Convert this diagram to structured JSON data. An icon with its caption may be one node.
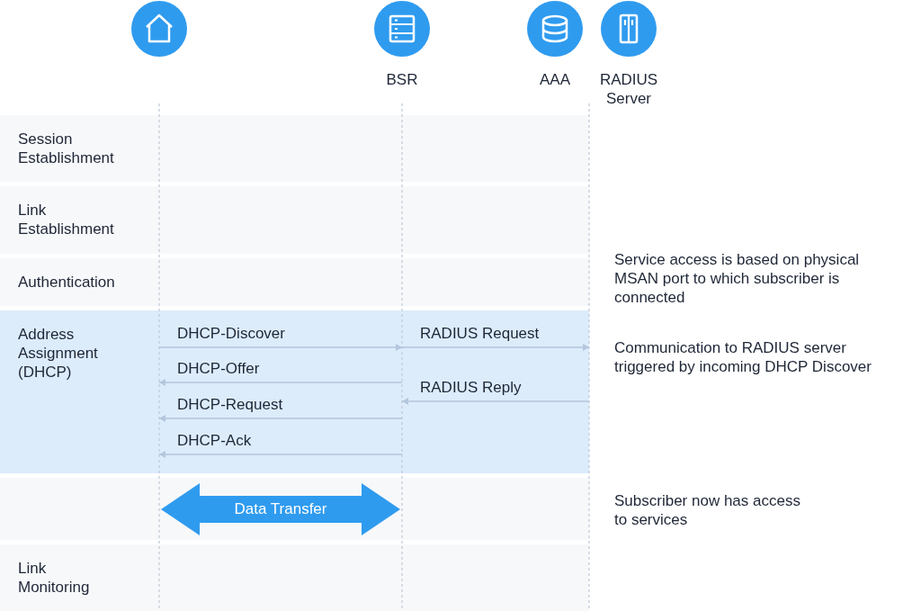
{
  "diagram": {
    "nodes": [
      {
        "text": [],
        "shape": "picture"
      },
      {
        "text": [
          "BSR"
        ]
      },
      {
        "text": [
          "AAA"
        ]
      },
      {
        "text": [
          "RADIUS Server"
        ]
      },
      {
        "text": [
          "Session Establishment"
        ]
      },
      {
        "text": [
          "Link Establishment"
        ]
      },
      {
        "text": [
          "Authentication"
        ]
      },
      {
        "text": [
          "Address Assignment (DHCP)"
        ]
      },
      {
        "text": [
          "Link Monitoring"
        ]
      }
    ],
    "edges": [
      {
        "from": 0,
        "to": 1,
        "arrow": "to",
        "label": "DHCP-Discover"
      },
      {
        "from": 1,
        "to": 0,
        "arrow": "to",
        "label": "DHCP-Offer"
      },
      {
        "from": 1,
        "to": 0,
        "arrow": "to",
        "label": "DHCP-Request"
      },
      {
        "from": 1,
        "to": 0,
        "arrow": "to",
        "label": "DHCP-Ack"
      },
      {
        "from": 1,
        "to": 3,
        "arrow": "to",
        "label": "RADIUS Request"
      },
      {
        "from": 3,
        "to": 1,
        "arrow": "to",
        "label": "RADIUS Reply"
      },
      {
        "from": 0,
        "to": 1,
        "arrow": "both",
        "label": "Data Transfer",
        "style": "thick",
        "color": "#2f9bef"
      }
    ],
    "labels": [
      "Service access is based on physical MSAN port to which subscriber is connected",
      "Communication to RADIUS server triggered by incoming DHCP Discover",
      "Subscriber now has access to services"
    ]
  }
}
